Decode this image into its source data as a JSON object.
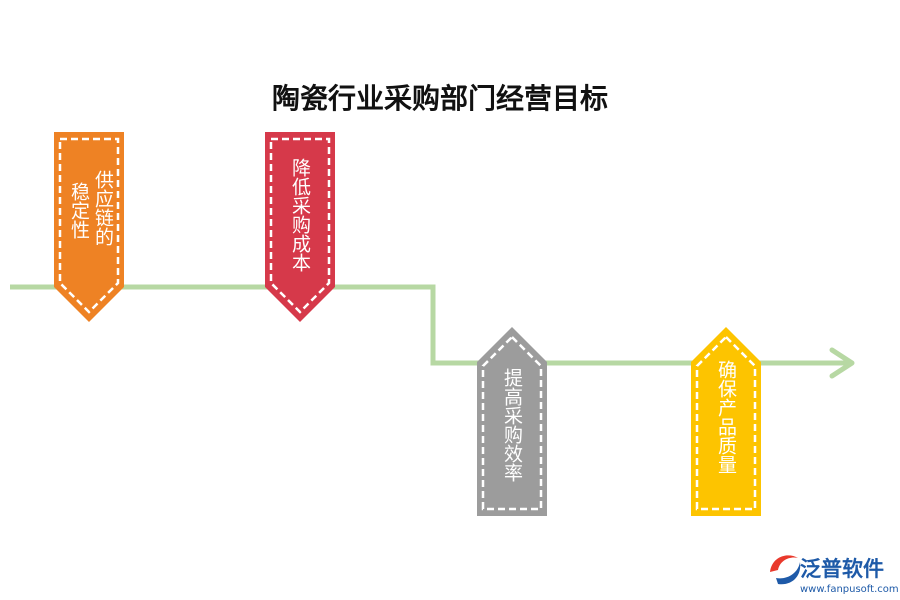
{
  "title": "陶瓷行业采购部门经营目标",
  "colors": {
    "line": "#b7d8a3",
    "dash": "#ffffff"
  },
  "goals": [
    {
      "label": "供应链的稳定性",
      "color": "#ee8224",
      "direction": "down",
      "columns": [
        "供应链的",
        "稳定性"
      ]
    },
    {
      "label": "降低采购成本",
      "color": "#d6394a",
      "direction": "down",
      "columns": [
        "降低采购成本"
      ]
    },
    {
      "label": "提高采购效率",
      "color": "#9c9c9c",
      "direction": "up",
      "columns": [
        "提高采购效率"
      ]
    },
    {
      "label": "确保产品质量",
      "color": "#fdc400",
      "direction": "up",
      "columns": [
        "确保产品质量"
      ]
    }
  ],
  "logo": {
    "brand": "泛普软件",
    "url": "www.fanpusoft.com"
  }
}
